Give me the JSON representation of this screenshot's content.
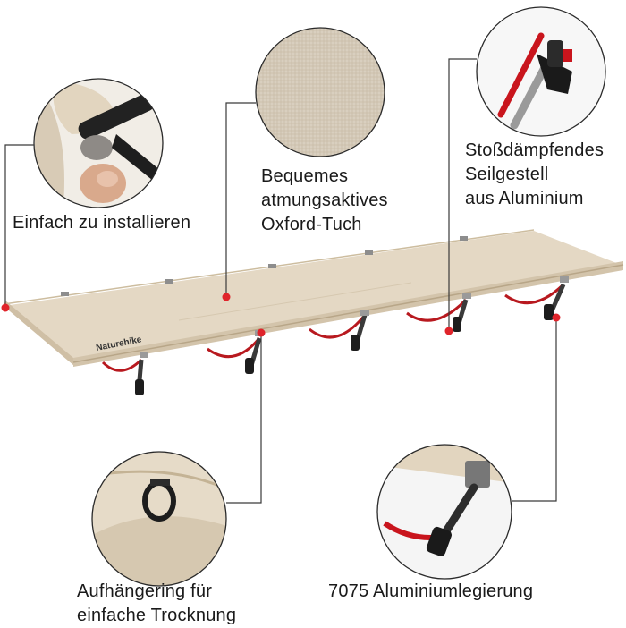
{
  "brand": {
    "logo_text": "Naturehike"
  },
  "features": [
    {
      "id": "install",
      "lines": [
        "Einfach zu installieren"
      ]
    },
    {
      "id": "fabric",
      "lines": [
        "Bequemes",
        "atmungsaktives",
        "Oxford-Tuch"
      ]
    },
    {
      "id": "frame",
      "lines": [
        "Stoßdämpfendes",
        "Seilgestell",
        "aus Aluminium"
      ]
    },
    {
      "id": "hanging",
      "lines": [
        "Aufhängering für",
        "einfache Trocknung"
      ]
    },
    {
      "id": "alloy",
      "lines": [
        "7075 Aluminiumlegierung"
      ]
    }
  ],
  "colors": {
    "fabric": "#e3d6c2",
    "fabric_shadow": "#c9b89d",
    "frame_red": "#b8191f",
    "joint_black": "#1d1d1d",
    "callout_dot": "#e0242b",
    "leader_line": "#3a3a3a"
  }
}
